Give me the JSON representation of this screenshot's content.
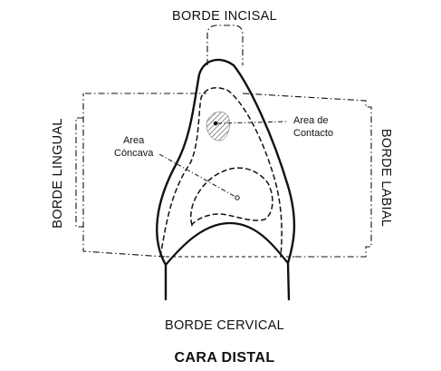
{
  "labels": {
    "incisal": "BORDE INCISAL",
    "cervical": "BORDE CERVICAL",
    "lingual": "BORDE LINGUAL",
    "labial": "BORDE LABIAL",
    "contact_line1": "Area de",
    "contact_line2": "Contacto",
    "concave_line1": "Area",
    "concave_line2": "Cóncava"
  },
  "caption": "CARA DISTAL",
  "colors": {
    "ink": "#111111",
    "hatch": "#555555",
    "background": "#ffffff"
  }
}
